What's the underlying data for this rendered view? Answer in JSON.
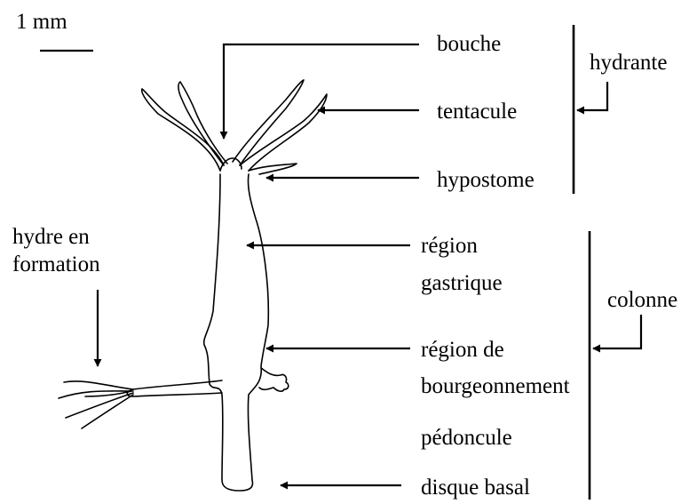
{
  "scale_bar": {
    "label": "1 mm"
  },
  "labels": {
    "bouche": "bouche",
    "tentacule": "tentacule",
    "hypostome": "hypostome",
    "region_gastrique_1": "région",
    "region_gastrique_2": "gastrique",
    "region_bourgeonnement_1": "région de",
    "region_bourgeonnement_2": "bourgeonnement",
    "pedoncule": "pédoncule",
    "disque_basal": "disque basal",
    "hydre_en_formation_1": "hydre en",
    "hydre_en_formation_2": "formation"
  },
  "groups": {
    "hydrante": "hydrante",
    "colonne": "colonne"
  }
}
